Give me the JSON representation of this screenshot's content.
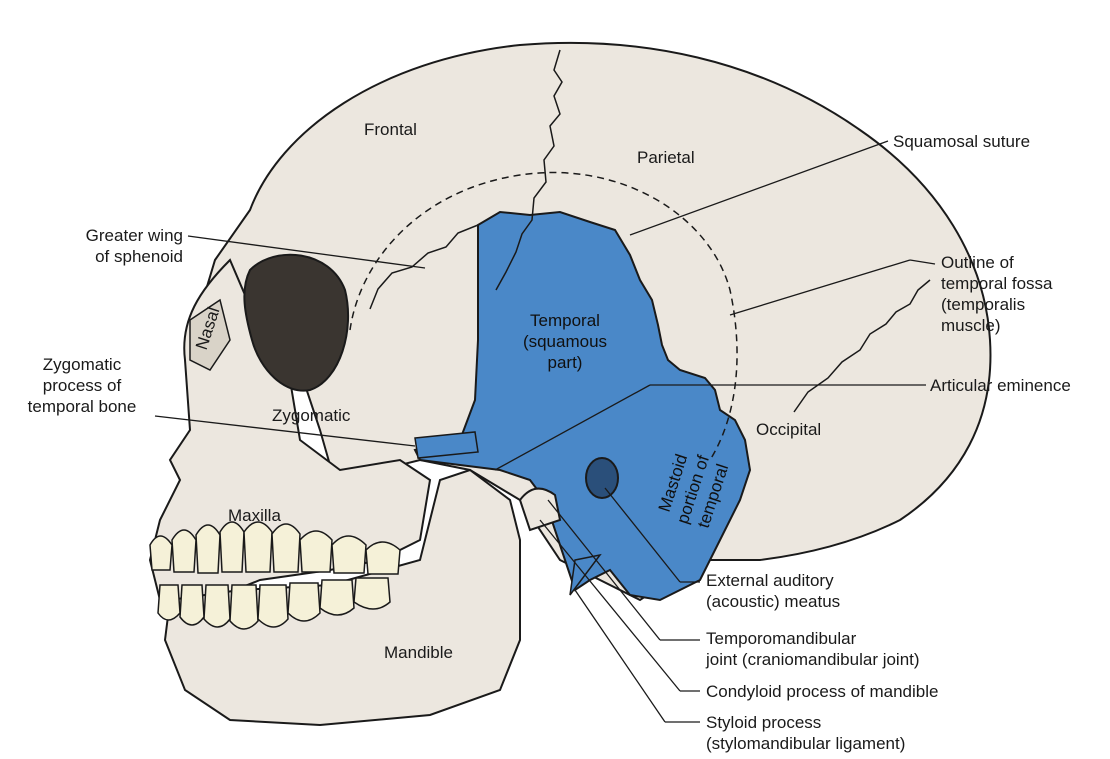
{
  "bone_labels": {
    "frontal": "Frontal",
    "parietal": "Parietal",
    "nasal": "Nasal",
    "zygomatic": "Zygomatic",
    "occipital": "Occipital",
    "maxilla": "Maxilla",
    "mandible": "Mandible",
    "temporal_squamous": [
      "Temporal",
      "(squamous",
      "part)"
    ],
    "mastoid": [
      "Mastoid",
      "portion of",
      "temporal"
    ]
  },
  "callouts": {
    "squamosal_suture": "Squamosal suture",
    "greater_wing": [
      "Greater wing",
      "of sphenoid"
    ],
    "outline_temporal_fossa": [
      "Outline of",
      "temporal fossa",
      "(temporalis",
      "muscle)"
    ],
    "zygomatic_process": [
      "Zygomatic",
      "process of",
      "temporal bone"
    ],
    "articular_eminence": "Articular eminence",
    "external_auditory_meatus": [
      "External auditory",
      "(acoustic) meatus"
    ],
    "tmj": [
      "Temporomandibular",
      "joint (craniomandibular joint)"
    ],
    "condyloid_process": "Condyloid process of mandible",
    "styloid_process": [
      "Styloid process",
      "(stylomandibular ligament)"
    ]
  },
  "colors": {
    "bone": "#ece7df",
    "temporal_highlight": "#4a88c8",
    "outline": "#1a1a1a",
    "teeth": "#f5f1d8"
  }
}
